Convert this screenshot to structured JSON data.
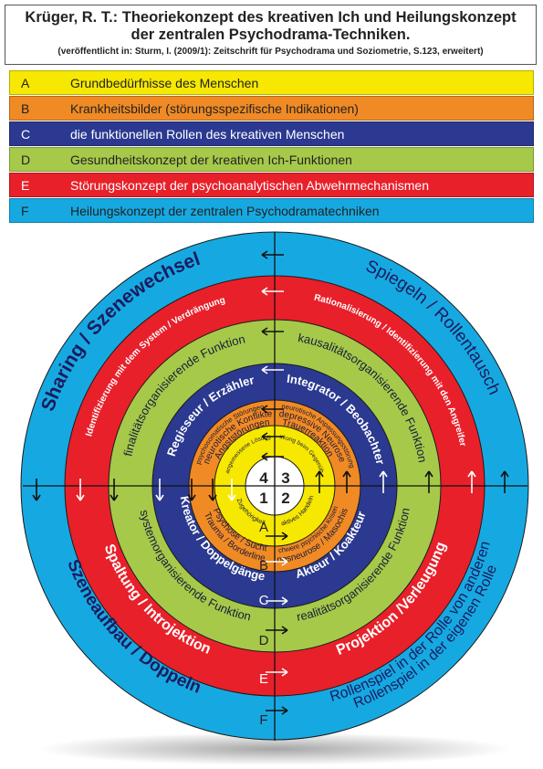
{
  "header": {
    "title_line1": "Krüger, R. T.: Theoriekonzept des kreativen Ich und Heilungskonzept",
    "title_line2": "der zentralen Psychodrama-Techniken.",
    "source": "(veröffentlicht in: Sturm, I. (2009/1): Zeitschrift für Psychodrama und Soziometrie, S.123, erweitert)"
  },
  "legend": [
    {
      "letter": "A",
      "text": "Grundbedürfnisse des Menschen",
      "bg": "#f6e800",
      "fg": "#222222"
    },
    {
      "letter": "B",
      "text": "Krankheitsbilder (störungsspezifische Indikationen)",
      "bg": "#f08a24",
      "fg": "#222222"
    },
    {
      "letter": "C",
      "text": "die funktionellen Rollen des kreativen Menschen",
      "bg": "#2b3990",
      "fg": "#ffffff"
    },
    {
      "letter": "D",
      "text": "Gesundheitskonzept der kreativen Ich-Funktionen",
      "bg": "#a6c94a",
      "fg": "#222222"
    },
    {
      "letter": "E",
      "text": "Störungskonzept der psychoanalytischen Abwehrmechanismen",
      "bg": "#e8202a",
      "fg": "#ffffff"
    },
    {
      "letter": "F",
      "text": "Heilungskonzept der zentralen Psychodramatechniken",
      "bg": "#16a9e1",
      "fg": "#222222"
    }
  ],
  "ring_letters": [
    "A",
    "B",
    "C",
    "D",
    "E",
    "F"
  ],
  "colors": {
    "F": "#16a9e1",
    "E": "#e8202a",
    "D": "#a6c94a",
    "C": "#2b3990",
    "B": "#f08a24",
    "A": "#f6e800",
    "center": "#ffffff"
  },
  "center_numbers": [
    "4",
    "3",
    "1",
    "2"
  ],
  "rings": {
    "F": {
      "top_left": "Sharing / Szenewechsel",
      "top_right": "Spiegeln / Rollentausch",
      "bottom_left": "Szeneaufbau / Doppeln",
      "bottom_right_1": "Rollenspiel in der eigenen Rolle",
      "bottom_right_2": "Rollenspiel in der Rolle von anderen"
    },
    "E": {
      "top_left": "Identifizierung mit dem System / Verdrängung",
      "top_right": "Rationalisierung / Identifizierung mit den Angreifer",
      "bottom_left": "Spaltung / Introjektion",
      "bottom_right": "Projektion /Verleugung"
    },
    "D": {
      "top_left": "finalitätsorganisierende Funktion",
      "top_right": "kausalitätsorganisierende Funktion",
      "bottom_left": "systemorganisierende Funktion",
      "bottom_right": "realitätsorganisierende Funktion"
    },
    "C": {
      "top_left": "Regisseur / Erzähler",
      "top_right": "Integrator / Beobachter",
      "bottom_left": "Kreator / Doppelgänger",
      "bottom_right": "Akteur / Koakteur"
    },
    "B": {
      "top_left_1": "psychosomatische Störungen",
      "top_left_2": "neurotische Konflikte",
      "top_left_3": "Angststörungen",
      "top_right_1": "neurotische Anpassungsstörung",
      "top_right_2": "depressive Neurose",
      "top_right_3": "Trauerreaktion",
      "bottom_left_1": "Psychose / Sucht",
      "bottom_left_2": "Trauma / Borderline",
      "bottom_right_1": "schwere psychische Krisen",
      "bottom_right_2": "Zwangsneurose / Masochismus"
    },
    "A": {
      "top_left": "angemessene Lösung",
      "top_right": "Wirkung beim Gegenüber",
      "bottom_left": "Zugehörigkeit",
      "bottom_right": "aktives Handeln"
    }
  }
}
